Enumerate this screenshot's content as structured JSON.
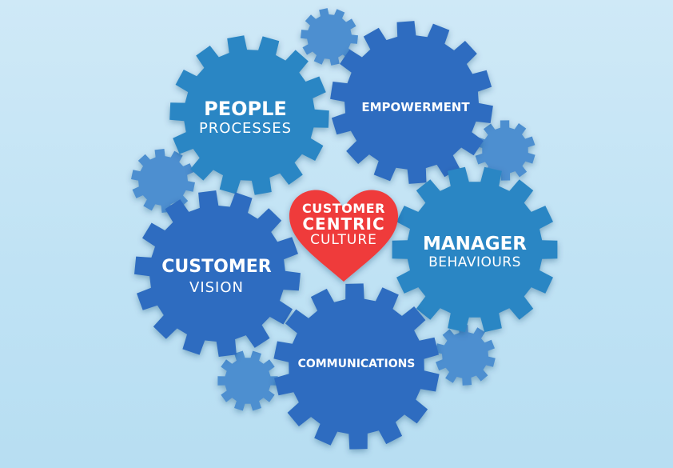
{
  "colors": {
    "background": "#c6e6f6",
    "gear_dark": "#2f6cc0",
    "gear_mid": "#2b86c4",
    "gear_small": "#4d8fd0",
    "heart": "#ef3a3a",
    "text": "#ffffff"
  },
  "heart": {
    "line1": "CUSTOMER",
    "line2": "CENTRIC",
    "line3": "CULTURE"
  },
  "gears": {
    "people": {
      "line1": "PEOPLE",
      "line2": "PROCESSES"
    },
    "empowerment": {
      "line1": "EMPOWERMENT"
    },
    "manager": {
      "line1": "MANAGER",
      "line2": "BEHAVIOURS"
    },
    "communications": {
      "line1": "COMMUNICATIONS"
    },
    "customer": {
      "line1": "CUSTOMER",
      "line2": "VISION"
    }
  }
}
